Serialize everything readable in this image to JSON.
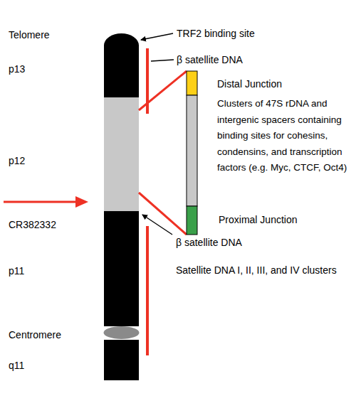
{
  "diagram": {
    "labels": [
      "Telomere",
      "TRF2 binding site",
      "β satellite DNA",
      "p13",
      "Distal Junction",
      "Clusters of 47S rDNA and intergenic spacers containing binding sites for cohesins, condensins, and transcription factors (e.g. Myc, CTCF, Oct4)",
      "p12",
      "CR382332",
      "Proximal Junction",
      "β satellite DNA",
      "p11",
      "Satellite DNA I, II, III, and IV clusters",
      "Centromere",
      "q11"
    ]
  }
}
